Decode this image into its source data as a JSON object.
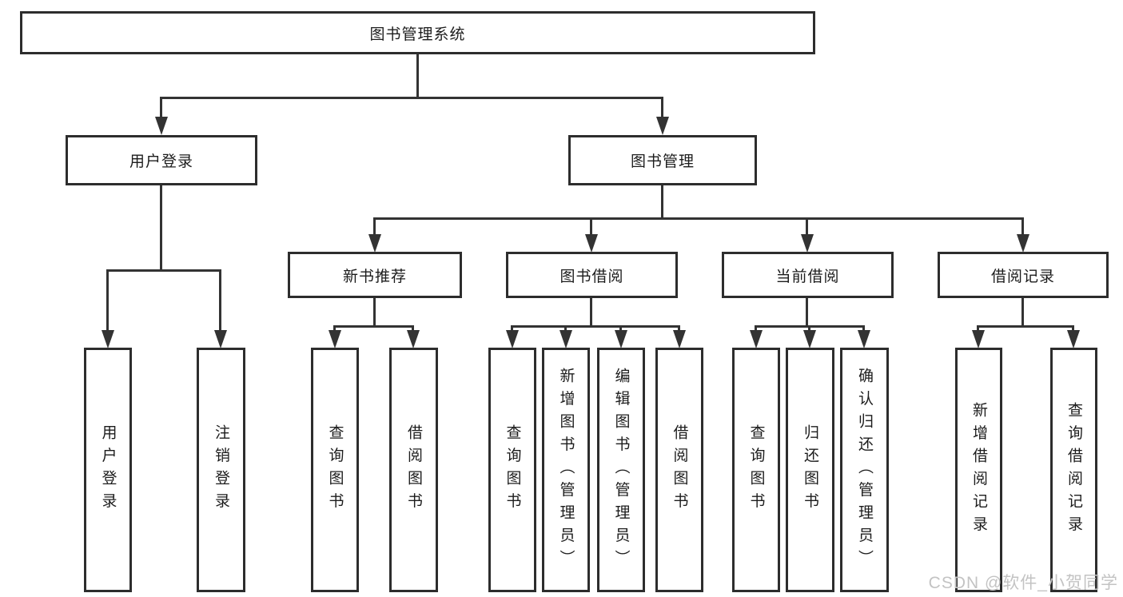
{
  "nodes": {
    "root": "图书管理系统",
    "user_login": "用户登录",
    "book_management": "图书管理",
    "new_book_recommend": "新书推荐",
    "book_borrow": "图书借阅",
    "current_borrow": "当前借阅",
    "borrow_records": "借阅记录",
    "leaf_user_login": "用户登录",
    "leaf_logout": "注销登录",
    "rec_query_books": "查询图书",
    "rec_borrow_books": "借阅图书",
    "bb_query_books": "查询图书",
    "bb_add_books": "新增图书（管理员）",
    "bb_edit_books": "编辑图书（管理员）",
    "bb_borrow_books": "借阅图书",
    "cb_query_books": "查询图书",
    "cb_return_books": "归还图书",
    "cb_confirm_return": "确认归还（管理员）",
    "br_add_record": "新增借阅记录",
    "br_query_record": "查询借阅记录"
  },
  "watermark": "CSDN @软件_小贺同学",
  "colors": {
    "line": "#333333",
    "box_border": "#2d2d2d",
    "box_fill": "#ffffff",
    "text": "#1c1c1c",
    "watermark": "#c3c3c3"
  }
}
